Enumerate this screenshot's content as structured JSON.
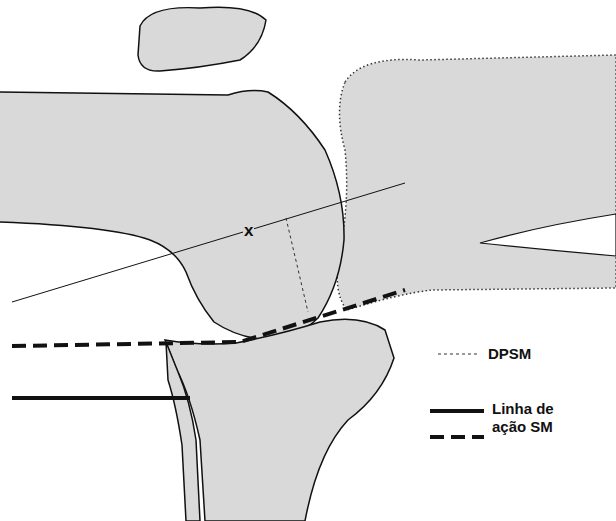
{
  "diagram": {
    "labels": [
      "x"
    ],
    "legend": [
      {
        "text": "DPSM"
      },
      {
        "text": "Linha de ação SM"
      }
    ]
  }
}
